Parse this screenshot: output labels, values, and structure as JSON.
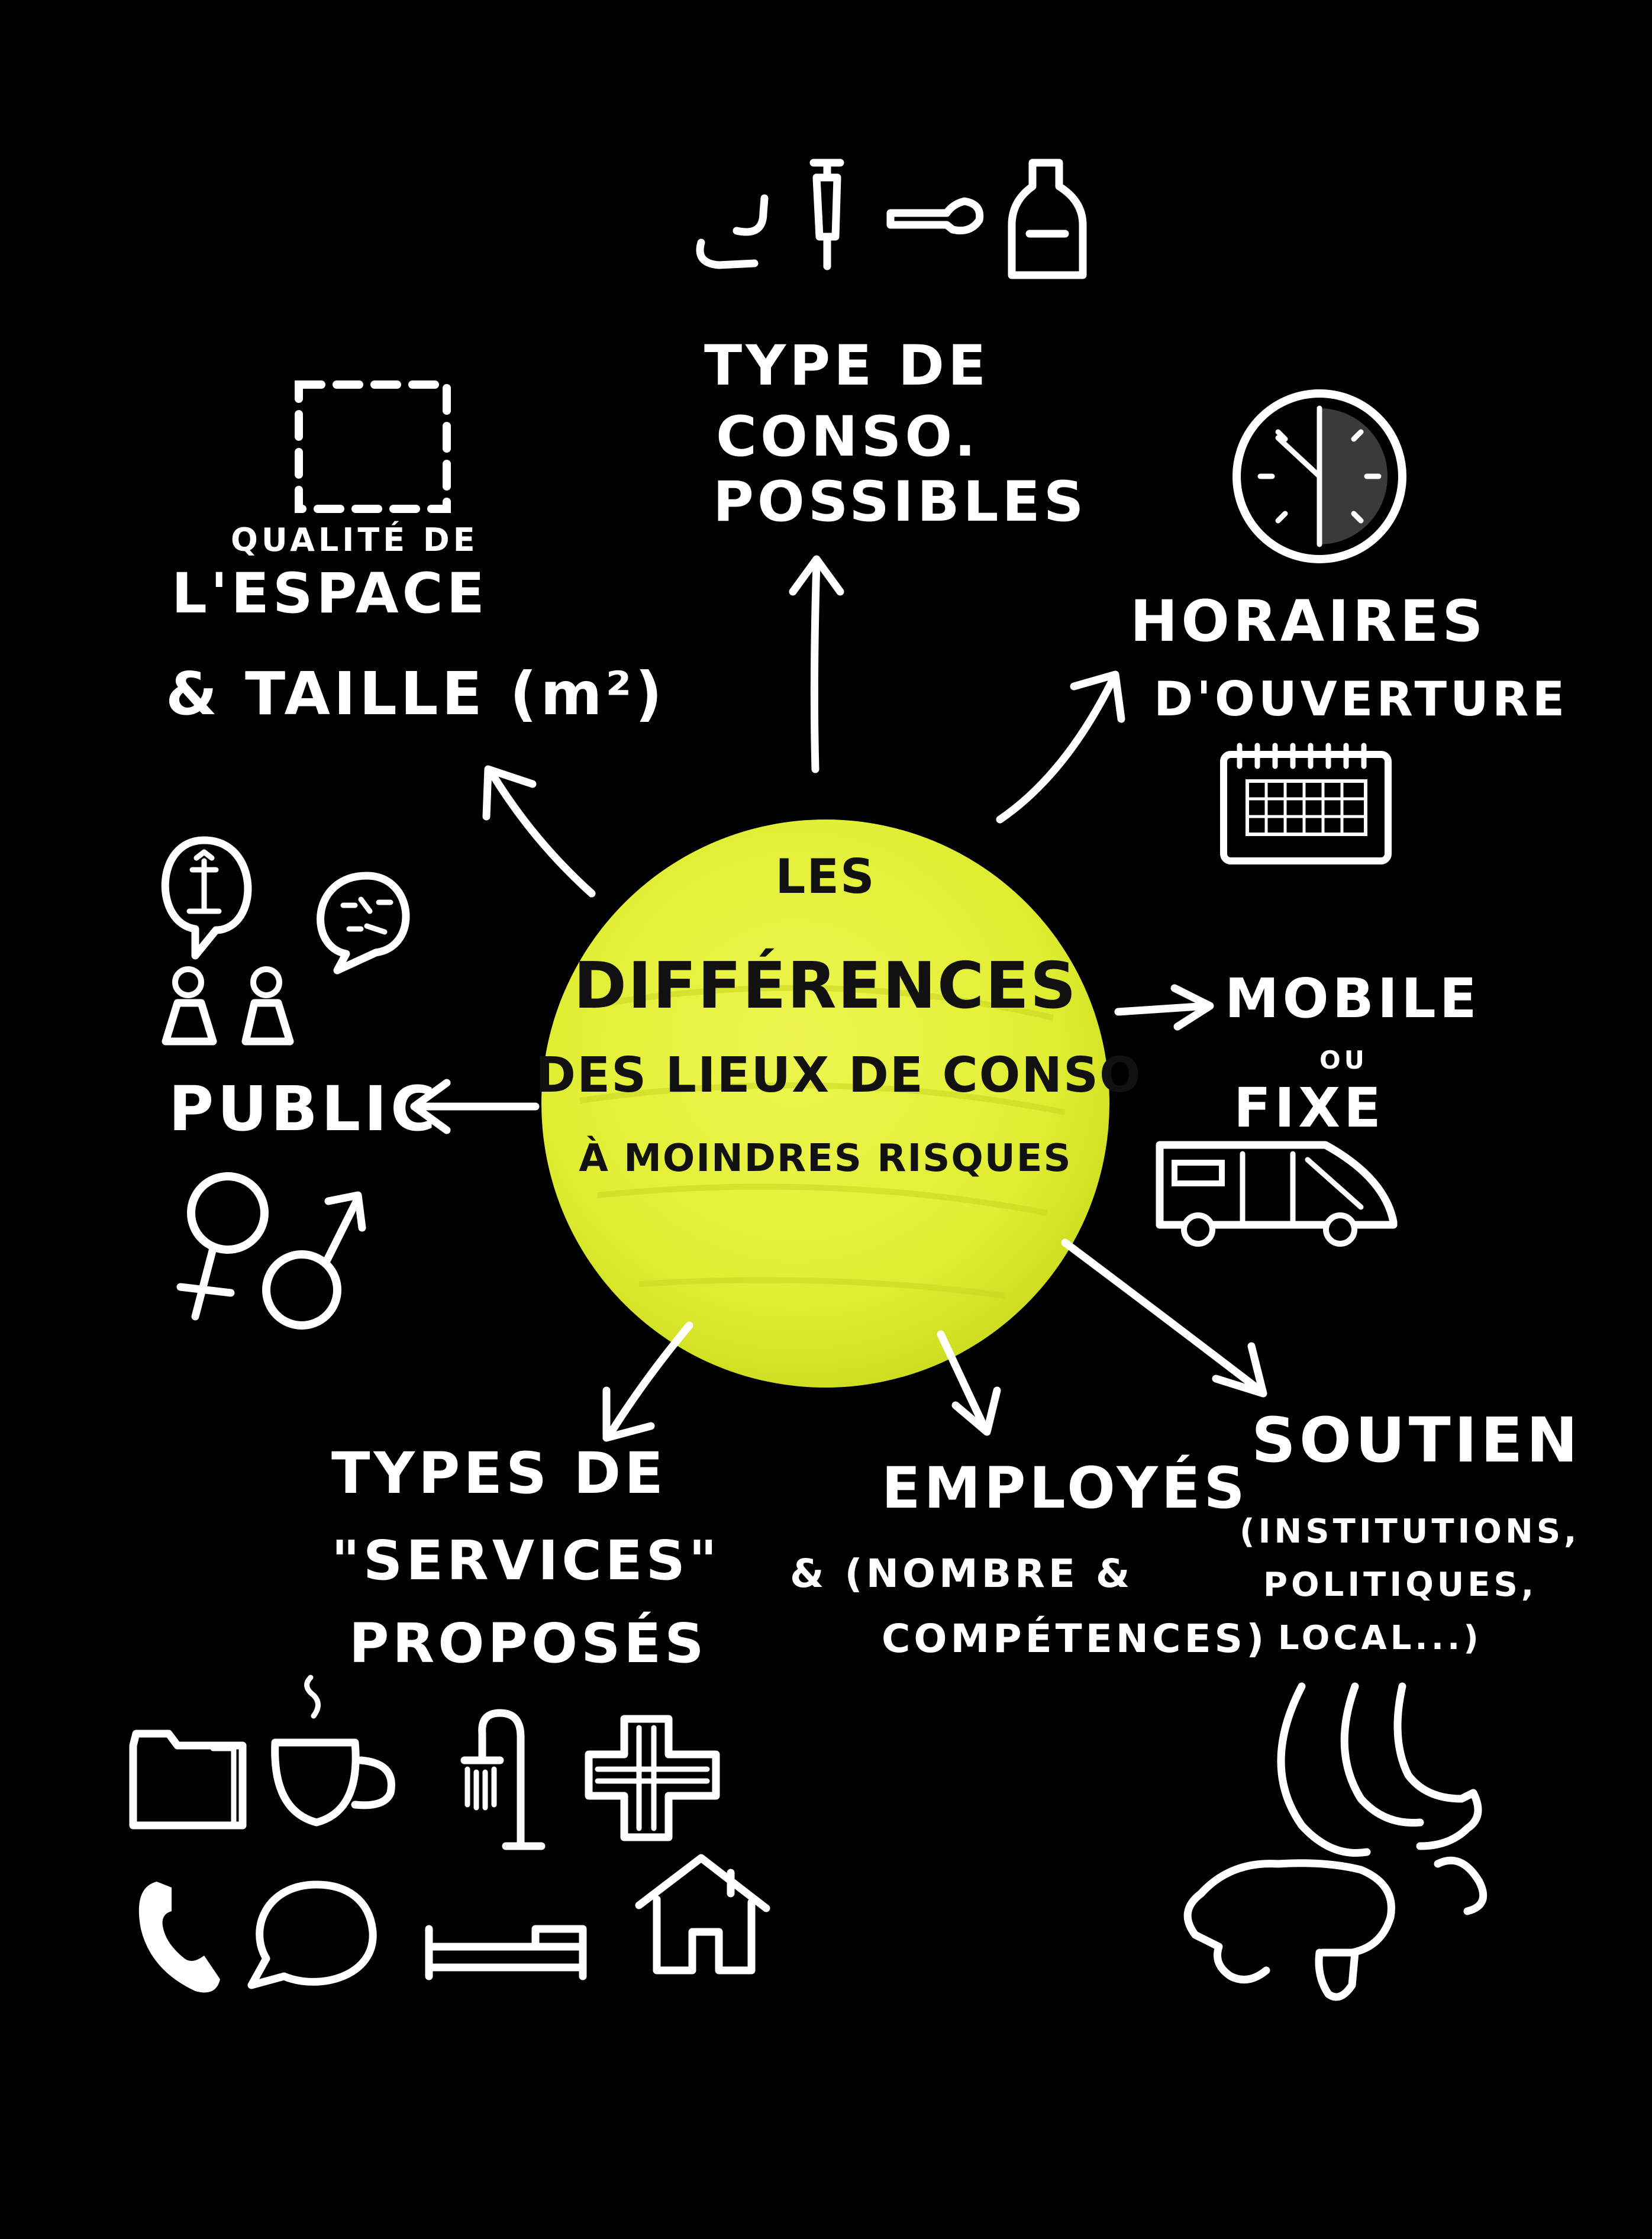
{
  "center": {
    "line1": "LES",
    "line2": "DIFFÉRENCES",
    "line3": "DES LIEUX DE CONSO",
    "line4": "À MOINDRES RISQUES"
  },
  "nodes": {
    "type_conso": {
      "line1": "TYPE DE",
      "line2": "CONSO.",
      "line3": "POSSIBLES"
    },
    "qualite": {
      "line1": "QUALITÉ DE",
      "line2": "L'ESPACE",
      "line3": "& TAILLE (m²)"
    },
    "horaires": {
      "line1": "HORAIRES",
      "line2": "D'OUVERTURE"
    },
    "public": {
      "line1": "PUBLIC"
    },
    "mobile": {
      "line1": "MOBILE",
      "line2": "OU",
      "line3": "FIXE"
    },
    "services": {
      "line1": "TYPES DE",
      "line2": "\"SERVICES\"",
      "line3": "PROPOSÉS"
    },
    "employes": {
      "line1": "EMPLOYÉS",
      "line2": "& (NOMBRE &",
      "line3": "COMPÉTENCES)"
    },
    "soutien": {
      "line1": "SOUTIEN",
      "line2": "(INSTITUTIONS,",
      "line3": "POLITIQUES,",
      "line4": "LOCAL...)"
    }
  },
  "icons": {
    "consumption": [
      "pipe-icon",
      "syringe-icon",
      "inhaler-icon",
      "bottle-icon"
    ],
    "space": "dashed-square-icon",
    "hours": [
      "clock-icon",
      "calendar-icon"
    ],
    "public": [
      "speech-bubble-icon",
      "people-icon",
      "gender-symbols-icon"
    ],
    "mobile": "van-icon",
    "services": [
      "folder-icon",
      "coffee-cup-icon",
      "shower-icon",
      "medical-cross-icon",
      "phone-icon",
      "chat-bubble-icon",
      "bed-icon",
      "house-icon"
    ],
    "support": "helping-hands-icon"
  },
  "colors": {
    "background": "#000000",
    "ink": "#ffffff",
    "center_fill": "#e4f03a",
    "center_text": "#111111"
  }
}
